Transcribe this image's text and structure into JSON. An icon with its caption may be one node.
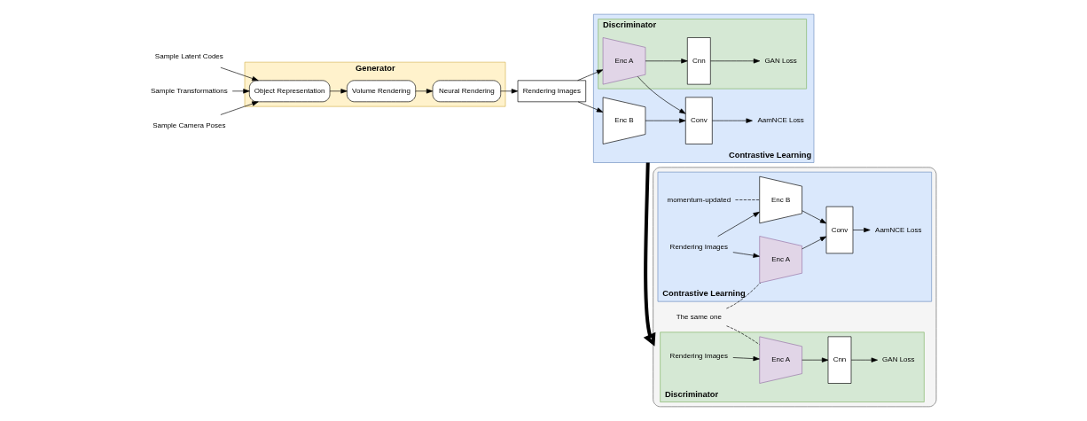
{
  "diagram": {
    "nodes": [
      {
        "text": [
          "Sample Latent Codes"
        ]
      },
      {
        "text": [
          "Sample Transformations"
        ]
      },
      {
        "text": [
          "Sample Camera Poses"
        ]
      },
      {
        "text": [
          "Generator"
        ]
      },
      {
        "text": [
          "Object Representation"
        ],
        "in": 3
      },
      {
        "text": [
          "Volume Rendering"
        ],
        "in": 3
      },
      {
        "text": [
          "Neural Rendering"
        ],
        "in": 3
      },
      {
        "text": [
          "Rendering Images"
        ]
      },
      {
        "text": [
          "Contrastive Learning"
        ]
      },
      {
        "text": [
          "Discriminator"
        ],
        "in": 8
      },
      {
        "text": [
          "Enc A"
        ],
        "in": 9
      },
      {
        "text": [
          "Cnn"
        ],
        "in": 9
      },
      {
        "text": [
          "GAN Loss"
        ],
        "in": 9
      },
      {
        "text": [
          "Enc B"
        ],
        "in": 8
      },
      {
        "text": [
          "Conv"
        ],
        "in": 8
      },
      {
        "text": [
          "AamNCE Loss"
        ],
        "in": 8
      },
      {
        "text": [],
        "shape": "box"
      },
      {
        "text": [
          "Discriminator"
        ],
        "in": 16
      },
      {
        "text": [
          "Rendering Images"
        ],
        "in": 17
      },
      {
        "text": [
          "Enc A"
        ],
        "in": 17
      },
      {
        "text": [
          "Cnn"
        ],
        "in": 17
      },
      {
        "text": [
          "GAN Loss"
        ],
        "in": 17
      },
      {
        "text": [
          "Contrastive Learning"
        ],
        "in": 16
      },
      {
        "text": [
          "Rendering Images"
        ],
        "in": 22
      },
      {
        "text": [
          "Enc A"
        ],
        "in": 22
      },
      {
        "text": [
          "Enc B"
        ],
        "in": 22
      },
      {
        "text": [
          "Conv"
        ],
        "in": 22
      },
      {
        "text": [
          "AamNCE Loss"
        ],
        "in": 22
      },
      {
        "text": [
          "The same one"
        ],
        "in": 16
      },
      {
        "text": [
          "momentum-updated"
        ],
        "in": 22
      }
    ],
    "edges": [
      {
        "from": 0,
        "to": 4,
        "arrow": "to"
      },
      {
        "from": 1,
        "to": 4,
        "arrow": "to"
      },
      {
        "from": 2,
        "to": 4,
        "arrow": "to"
      },
      {
        "from": 4,
        "to": 5,
        "arrow": "to"
      },
      {
        "from": 5,
        "to": 6,
        "arrow": "to"
      },
      {
        "from": 6,
        "to": 7,
        "arrow": "to"
      },
      {
        "from": 7,
        "to": 10,
        "arrow": "to"
      },
      {
        "from": 7,
        "to": 13,
        "arrow": "to"
      },
      {
        "from": 10,
        "to": 11,
        "arrow": "to"
      },
      {
        "from": 11,
        "to": 12,
        "arrow": "to"
      },
      {
        "from": 10,
        "to": 14,
        "arrow": "to"
      },
      {
        "from": 13,
        "to": 14,
        "arrow": "to"
      },
      {
        "from": 14,
        "to": 15,
        "arrow": "to"
      },
      {
        "from": 8,
        "to": 16,
        "arrow": "to",
        "style": "thick"
      },
      {
        "from": 18,
        "to": 19,
        "arrow": "to"
      },
      {
        "from": 19,
        "to": 20,
        "arrow": "to"
      },
      {
        "from": 20,
        "to": 21,
        "arrow": "to"
      },
      {
        "from": 23,
        "to": 24,
        "arrow": "to"
      },
      {
        "from": 23,
        "to": 25,
        "arrow": "to"
      },
      {
        "from": 24,
        "to": 26,
        "arrow": "to"
      },
      {
        "from": 25,
        "to": 26,
        "arrow": "to"
      },
      {
        "from": 26,
        "to": 27,
        "arrow": "to"
      },
      {
        "from": 28,
        "to": 19,
        "arrow": "none",
        "style": "dashed"
      },
      {
        "from": 28,
        "to": 24,
        "arrow": "none",
        "style": "dashed"
      },
      {
        "from": 29,
        "to": 25,
        "arrow": "none",
        "style": "dashed"
      }
    ]
  }
}
